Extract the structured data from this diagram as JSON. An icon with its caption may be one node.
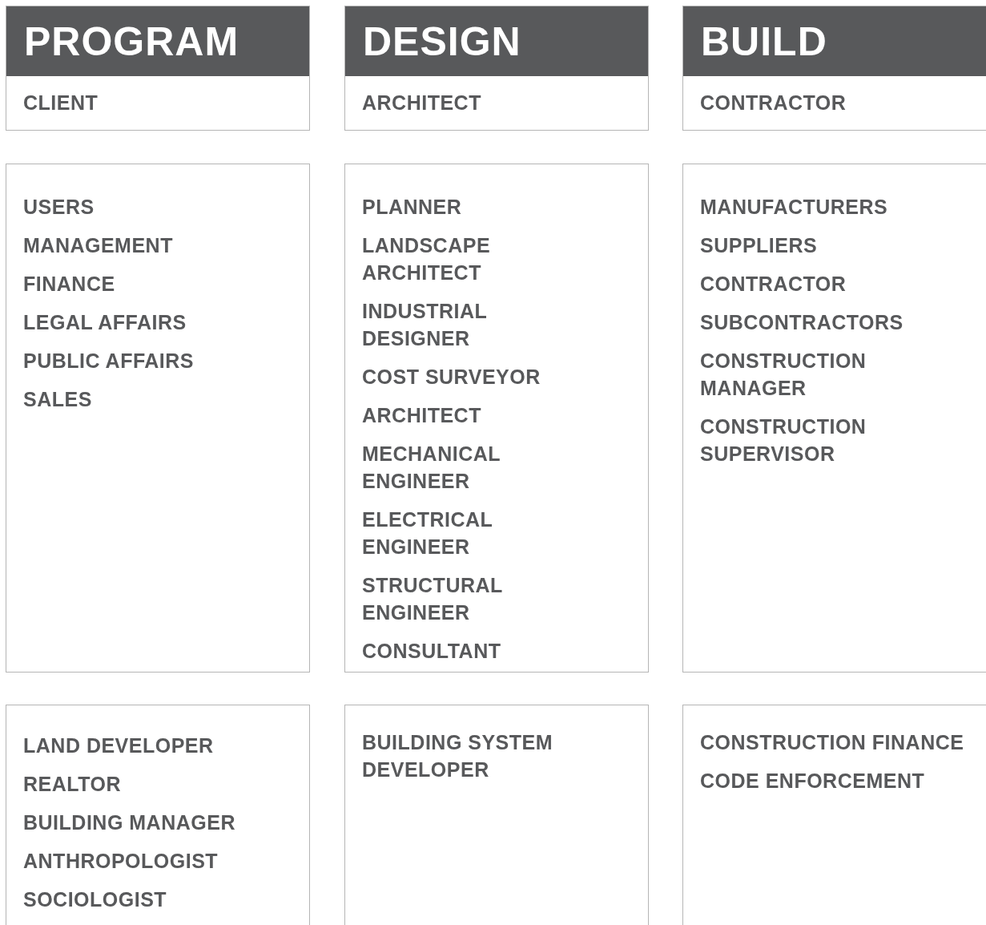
{
  "diagram": {
    "nodes": [
      {
        "text": [
          "PROGRAM",
          "CLIENT"
        ]
      },
      {
        "text": [
          "DESIGN",
          "ARCHITECT"
        ]
      },
      {
        "text": [
          "BUILD",
          "CONTRACTOR"
        ]
      },
      {
        "text": [
          "USERS",
          "MANAGEMENT",
          "FINANCE",
          "LEGAL AFFAIRS",
          "PUBLIC AFFAIRS",
          "SALES"
        ]
      },
      {
        "text": [
          "PLANNER",
          "LANDSCAPE ARCHITECT",
          "INDUSTRIAL DESIGNER",
          "COST SURVEYOR",
          "ARCHITECT",
          "MECHANICAL ENGINEER",
          "ELECTRICAL ENGINEER",
          "STRUCTURAL ENGINEER",
          "CONSULTANT"
        ]
      },
      {
        "text": [
          "MANUFACTURERS",
          "SUPPLIERS",
          "CONTRACTOR",
          "SUBCONTRACTORS",
          "CONSTRUCTION MANAGER",
          "CONSTRUCTION SUPERVISOR"
        ]
      },
      {
        "text": [
          "LAND DEVELOPER",
          "REALTOR",
          "BUILDING MANAGER",
          "ANTHROPOLOGIST",
          "SOCIOLOGIST"
        ]
      },
      {
        "text": [
          "BUILDING SYSTEM DEVELOPER"
        ]
      },
      {
        "text": [
          "CONSTRUCTION FINANCE",
          "CODE ENFORCEMENT"
        ]
      }
    ]
  }
}
